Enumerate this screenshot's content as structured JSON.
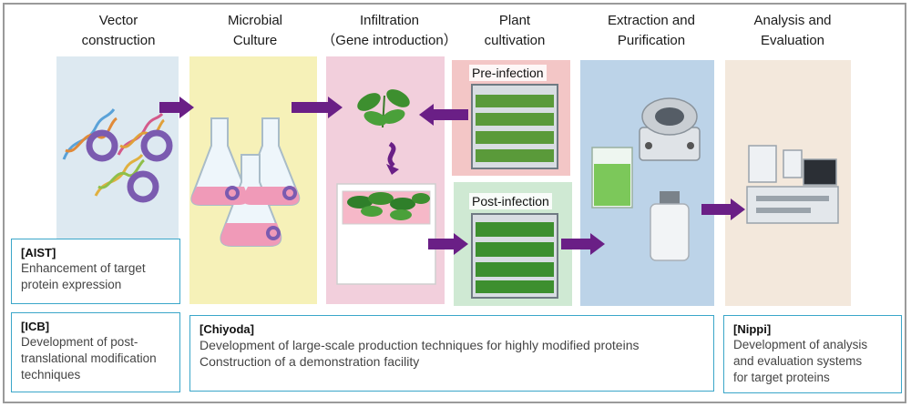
{
  "stages": [
    {
      "line1": "Vector",
      "line2": "construction"
    },
    {
      "line1": "Microbial",
      "line2": "Culture"
    },
    {
      "line1": "Infiltration",
      "line2": "（Gene introduction）"
    },
    {
      "line1": "Plant",
      "line2": "cultivation"
    },
    {
      "line1": "Extraction and",
      "line2": "Purification"
    },
    {
      "line1": "Analysis and",
      "line2": "Evaluation"
    }
  ],
  "cultivation": {
    "pre_label": "Pre-infection",
    "post_label": "Post-infection"
  },
  "boxes": {
    "aist": {
      "org": "[AIST]",
      "line1": "Enhancement of target",
      "line2": "protein expression"
    },
    "icb": {
      "org": "[ICB]",
      "line1": "Development of post-",
      "line2": "translational modification",
      "line3": "techniques"
    },
    "chiyoda": {
      "org": "[Chiyoda]",
      "line1": "Development of large-scale production techniques for highly modified proteins",
      "line2": "Construction of a demonstration facility"
    },
    "nippi": {
      "org": "[Nippi]",
      "line1": "Development of analysis",
      "line2": "and evaluation systems",
      "line3": "for target proteins"
    }
  },
  "colors": {
    "vector_bg": "#dde9f1",
    "culture_bg": "#f6f1b8",
    "infiltration_bg": "#f2cfdc",
    "pre_bg": "#f3c6c6",
    "post_bg": "#cfe9d3",
    "extraction_bg": "#bcd3e8",
    "analysis_bg": "#f3e8dc",
    "arrow": "#6a1f86",
    "box_border": "#3aa6c9"
  }
}
